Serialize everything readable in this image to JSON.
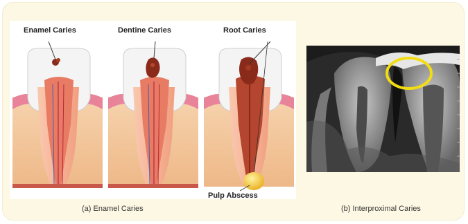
{
  "labels": {
    "enamel": "Enamel Caries",
    "dentine": "Dentine Caries",
    "root": "Root Caries",
    "abscess": "Pulp Abscess"
  },
  "captions": {
    "left": "(a) Enamel Caries",
    "right": "(b) Interproximal Caries"
  },
  "colors": {
    "background": "#fdf8e4",
    "enamel": "#f2f2f2",
    "dentin": "#f7b89a",
    "pulp": "#e0604a",
    "gum": "#e8839a",
    "bone": "#f3c89e",
    "decay": "#8a2a1a",
    "abscess": "#f3c531",
    "highlight": "#f2dd12"
  }
}
